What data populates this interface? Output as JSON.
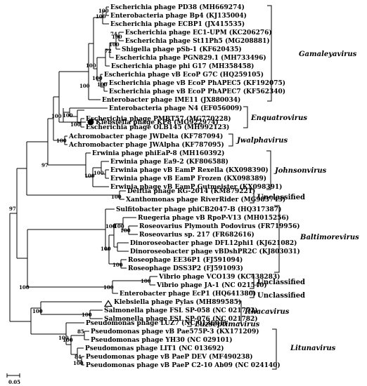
{
  "taxa": [
    "Escherichia phage PD38 (MH669274)",
    "Enterobacteria phage Bp4 (KJ135004)",
    "Escherichia phage ECBP1 (JX415535)",
    "Escherichia phage EC1-UPM (KC206276)",
    "Escherichia phage St11Ph5 (MG208881)",
    "Shigella phage pSb-1 (KF620435)",
    "Escherichia phage PGN829.1 (MH733496)",
    "Escherichia phage phi G17 (MH358458)",
    "Escherichia phage vB EcoP G7C (HQ259105)",
    "Escherichia phage vB EcoP PhAPEC5 (KF192075)",
    "Escherichia phage vB EcoP PhAPEC7 (KF562340)",
    "Enterobacter phage IME11 (JX880034)",
    "Klebsiella phage KP8 (MG922974)",
    "Enterobacteria phage N4 (EF056009)",
    "Escherichia phage PMBT57 (MG770228)",
    "Escherichia phage OLB145 (MH992123)",
    "Achromobacter phage JWDelta (KF787094)",
    "Achromobacter phage JWAlpha (KF787095)",
    "Erwinia phage phiEaP-8 (MH160392)",
    "Erwinia phage Ea9-2 (KF806588)",
    "Erwinia phage vB EamP Rexella (KX098390)",
    "Erwinia phage vB EamP Frozen (KX098389)",
    "Erwinia phage vB EamP Gutmeister (KX098391)",
    "Delftia phage RG-2014 (KM879221)",
    "Xanthomonas phage RiverRider (MG983743)",
    "Sulfitobacter phage phiCB2047-B (HQ317387)",
    "Ruegeria phage vB RpoP-V13 (MH015256)",
    "Roseovarius Plymouth Podovirus (FR719956)",
    "Roseovarius sp. 217 (FR682616)",
    "Dinoroseobacter phage DFL12phi1 (KJ621082)",
    "Dinoroseobacter phage vBDshPR2C (KJ803031)",
    "Roseophage EE36P1 (FJ591094)",
    "Roseophage DSS3P2 (FJ591093)",
    "Vibrio phage VCO139 (KC438283)",
    "Vibrio phage JA-1 (NC 021540)",
    "Enterobacter phage EcP1 (HQ641380)",
    "Klebsiella phage Pylas (MH899585)",
    "Salmonella phage FSL SP-058 (NC 021772)",
    "Salmonella phage FSL SP-076 (NC 021782)",
    "Pseudomonas phage LUZ7 (NC 013691)",
    "Pseudomonas phage vB Pae575P-3 (KX171209)",
    "Pseudomonas phage YH30 (NC 029101)",
    "Pseudomonas phage LIT1 (NC 013692)",
    "Pseudomonas phage vB PaeP DEV (MF490238)",
    "Pseudomonas phage vB PaeP C2-10 Ab09 (NC 024140)"
  ],
  "bootstrap": {
    "b0": "100",
    "b1": "100",
    "b2": "100",
    "b3": "74",
    "b4": "100",
    "b5": "72",
    "b6": "100",
    "b7": "100",
    "b8": "100",
    "b9": "100",
    "b10": "100",
    "b11": "100",
    "b12": "100",
    "b13": "100",
    "b14": "100",
    "b15": "100",
    "b16": "97",
    "b17": "97",
    "b18": "100",
    "b19": "100",
    "b20": "100",
    "b21": "100",
    "b22": "100",
    "b23": "100",
    "b24": "100",
    "b25": "100",
    "b26": "100",
    "b27": "100",
    "b28": "100",
    "b29": "85",
    "b30": "100",
    "b31": "84",
    "b32": "100",
    "b33": "100"
  },
  "clades": {
    "gamaleyavirus": "Gamaleyavirus",
    "enquatrovirus": "Enquatrovirus",
    "jwalphavirus": "Jwalphavirus",
    "johnsonvirus": "Johnsonvirus",
    "unclassified_1": "Unclassified",
    "baltimorevirus": "Baltimorevirus",
    "unclassified_2": "Unclassified",
    "unclassified_3": "Unclassified",
    "ithacavirus": "Ithacavirus",
    "luzseptimavirus": "Luzseptimavirus",
    "litunavirus": "Litunavirus"
  },
  "scale_bar": {
    "label": "0.05"
  },
  "markers": {
    "filled_circle_taxon": "Klebsiella phage KP8 (MG922974)",
    "triangle_taxon": "Klebsiella phage Pylas (MH899585)"
  }
}
